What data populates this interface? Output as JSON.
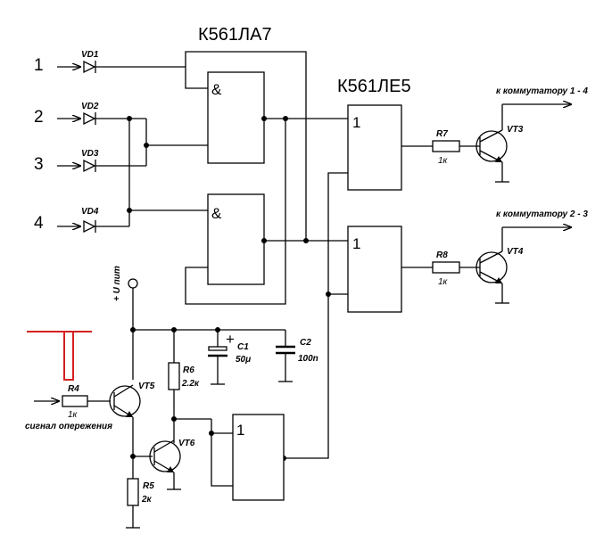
{
  "chips": {
    "nand": "К561ЛА7",
    "nor": "К561ЛЕ5"
  },
  "gate_symbols": {
    "and": "&",
    "or": "1"
  },
  "inputs": [
    "1",
    "2",
    "3",
    "4"
  ],
  "diodes": [
    "VD1",
    "VD2",
    "VD3",
    "VD4"
  ],
  "resistors": {
    "r7": {
      "name": "R7",
      "value": "1к"
    },
    "r8": {
      "name": "R8",
      "value": "1к"
    },
    "r4": {
      "name": "R4",
      "value": "1к"
    },
    "r6": {
      "name": "R6",
      "value": "2.2к"
    },
    "r5": {
      "name": "R5",
      "value": "2к"
    }
  },
  "capacitors": {
    "c1": {
      "name": "C1",
      "value": "50μ",
      "polarity": "+"
    },
    "c2": {
      "name": "C2",
      "value": "100n"
    }
  },
  "transistors": [
    "VT3",
    "VT4",
    "VT5",
    "VT6"
  ],
  "outputs": {
    "out1": "к коммутатору 1 - 4",
    "out2": "к коммутатору 2 - 3"
  },
  "power": "+ U пит",
  "advance_signal": "сигнал опережения",
  "colors": {
    "wire": "#000000",
    "antenna": "#d42020"
  }
}
